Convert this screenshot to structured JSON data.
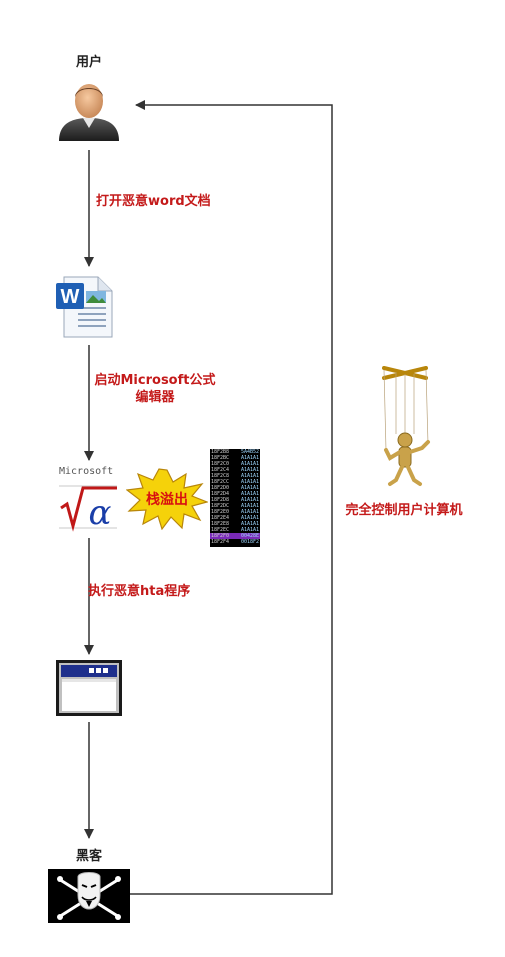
{
  "nodes": {
    "user": {
      "label": "用户"
    },
    "hacker": {
      "label": "黑客"
    }
  },
  "edges": {
    "open_doc": "打开恶意word文档",
    "launch_editor_line1": "启动Microsoft公式",
    "launch_editor_line2": "编辑器",
    "exec_hta": "执行恶意hta程序",
    "full_control": "完全控制用户计算机"
  },
  "icons": {
    "equation_logo_text": "Microsoft",
    "overflow_burst_text": "栈溢出",
    "memory_dump": [
      [
        "18F2B8",
        "5A4B52"
      ],
      [
        "18F2BC",
        "A1A1A1"
      ],
      [
        "18F2C0",
        "A1A1A1"
      ],
      [
        "18F2C4",
        "A1A1A1"
      ],
      [
        "18F2C8",
        "A1A1A1"
      ],
      [
        "18F2CC",
        "A1A1A1"
      ],
      [
        "18F2D0",
        "A1A1A1"
      ],
      [
        "18F2D4",
        "A1A1A1"
      ],
      [
        "18F2D8",
        "A1A1A1"
      ],
      [
        "18F2DC",
        "A1A1A1"
      ],
      [
        "18F2E0",
        "A1A1A1"
      ],
      [
        "18F2E4",
        "A1A1A1"
      ],
      [
        "18F2E8",
        "A1A1A1"
      ],
      [
        "18F2EC",
        "A1A1A1"
      ],
      [
        "18F2F0",
        "00428E"
      ],
      [
        "18F2F4",
        "0018F2"
      ]
    ]
  },
  "colors": {
    "label_red": "#c41a1a",
    "line": "#333333",
    "overflow_burst": "#f5d20a",
    "overflow_text": "#d81010",
    "highlight_row": "#7a2ab8"
  }
}
